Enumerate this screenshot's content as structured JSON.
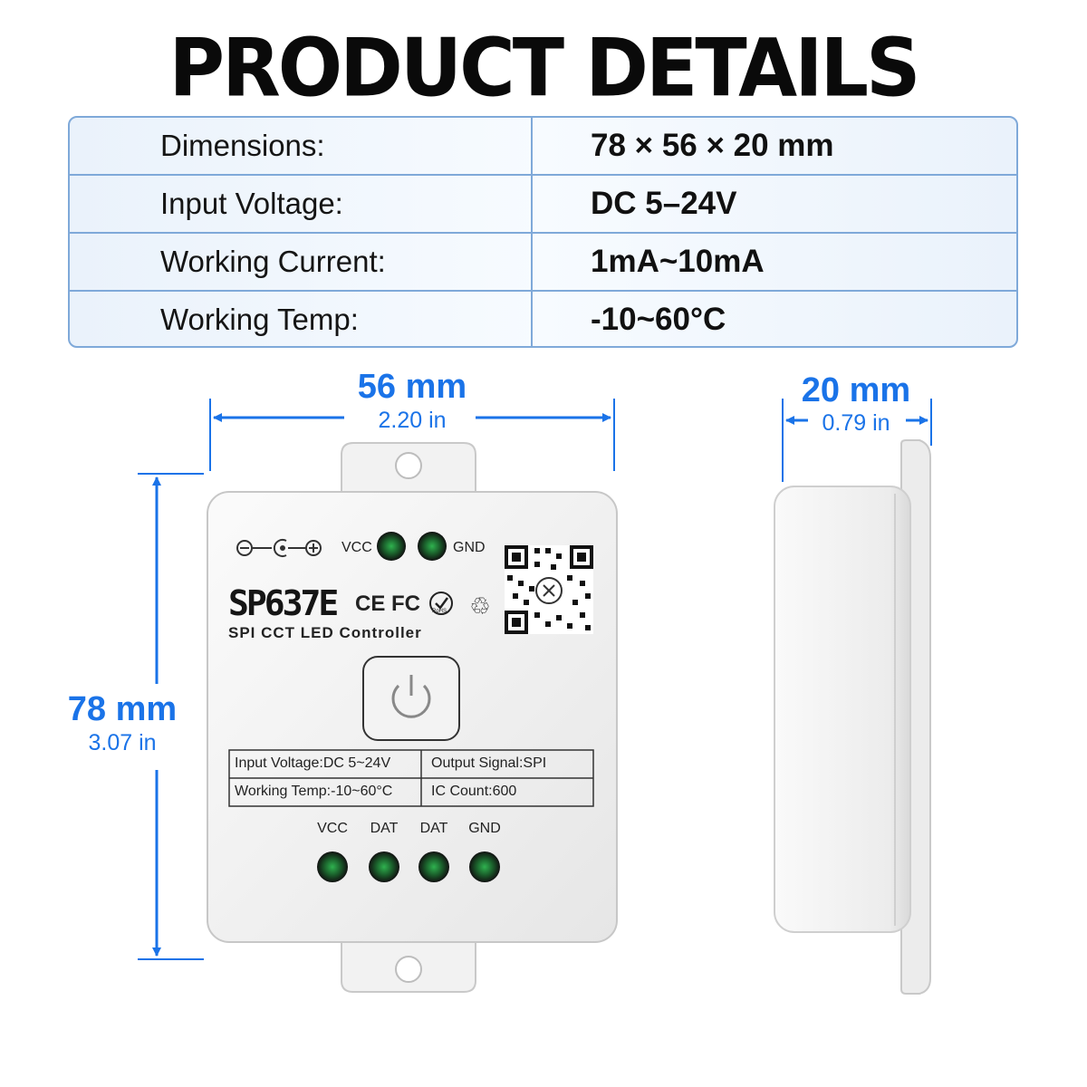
{
  "title": "PRODUCT DETAILS",
  "specs": [
    {
      "label": "Dimensions:",
      "value": "78 × 56 × 20 mm"
    },
    {
      "label": "Input Voltage:",
      "value": "DC 5–24V"
    },
    {
      "label": "Working Current:",
      "value": "1mA~10mA"
    },
    {
      "label": "Working Temp:",
      "value": "-10~60°C"
    }
  ],
  "dimensions": {
    "width_mm": "56 mm",
    "width_in": "2.20 in",
    "height_mm": "78 mm",
    "height_in": "3.07 in",
    "depth_mm": "20 mm",
    "depth_in": "0.79 in"
  },
  "device": {
    "top_vcc": "VCC",
    "top_gnd": "GND",
    "model": "SP637E",
    "subtitle": "SPI CCT LED Controller",
    "cert_ce": "CE",
    "cert_fc": "FC",
    "cert_rohs": "RoHS",
    "label_input": "Input Voltage:DC 5~24V",
    "label_output": "Output Signal:SPI",
    "label_temp": "Working Temp:-10~60°C",
    "label_ic": "IC Count:600",
    "terminals": [
      "VCC",
      "DAT",
      "DAT",
      "GND"
    ]
  },
  "colors": {
    "accent": "#1a73e8",
    "table_border": "#7fa9d9",
    "device_body": "#f1f1f1",
    "terminal_green": "#1f8a3a"
  }
}
